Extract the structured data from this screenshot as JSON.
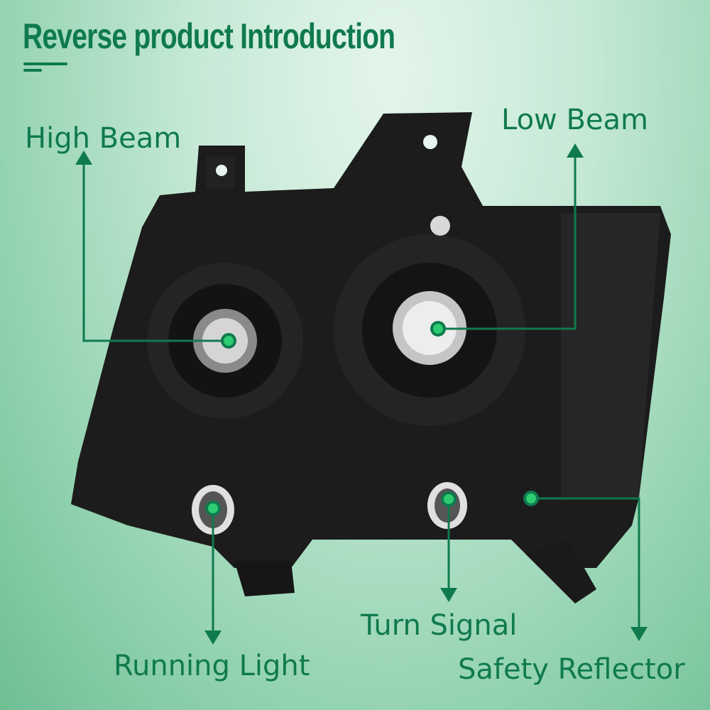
{
  "title": "Reverse product Introduction",
  "labels": {
    "high_beam": "High Beam",
    "low_beam": "Low Beam",
    "running_light": "Running Light",
    "turn_signal": "Turn Signal",
    "safety_reflector": "Safety Reflector"
  },
  "colors": {
    "accent": "#0f7a4e",
    "housing": "#1c1c1c"
  }
}
